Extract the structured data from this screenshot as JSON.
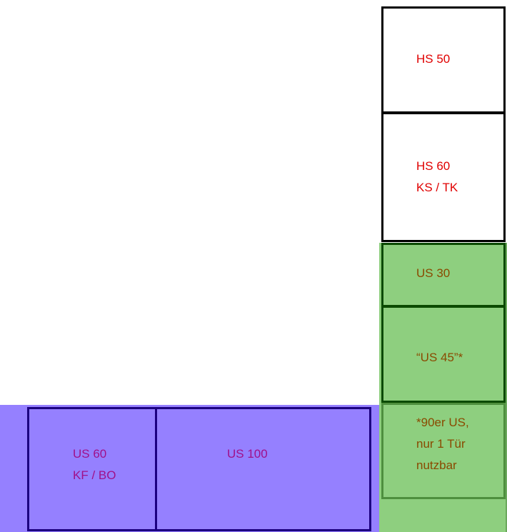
{
  "upper_cabinets": [
    {
      "lines": [
        "HS 50"
      ]
    },
    {
      "lines": [
        "HS 60",
        "KS / TK"
      ]
    }
  ],
  "green_cabinets": [
    {
      "lines": [
        "US 30"
      ]
    },
    {
      "lines": [
        "“US 45”*"
      ]
    },
    {
      "lines": [
        "*90er US,",
        "nur 1 Tür",
        "nutzbar"
      ]
    }
  ],
  "base_cabinets": [
    {
      "lines": [
        "US 60",
        "KF / BO"
      ]
    },
    {
      "lines": [
        "US 100"
      ]
    }
  ],
  "colors": {
    "purple_zone": "#9580ff",
    "green_zone": "#8ecf7f",
    "red_text": "#e00000",
    "brown_text": "#8a4a00",
    "magenta_text": "#a0108a"
  }
}
